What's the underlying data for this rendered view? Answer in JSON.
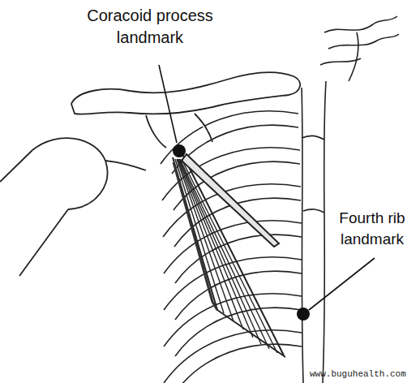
{
  "diagram": {
    "labels": [
      "Coracoid process landmark",
      "Fourth rib landmark",
      "www.buguhealth.com"
    ]
  }
}
